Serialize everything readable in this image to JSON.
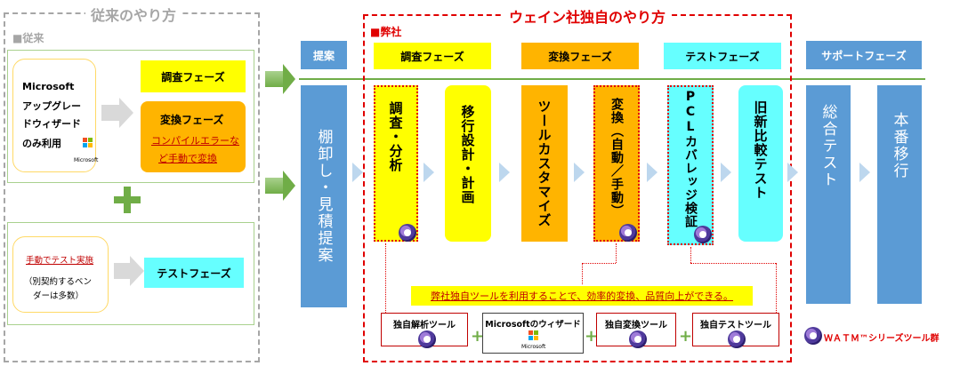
{
  "traditional": {
    "title": "従来のやり方",
    "legend": "■従来",
    "ms_box": {
      "line1": "Microsoft",
      "line2": "アップグレー",
      "line3": "ドウィザード",
      "line4": "のみ利用",
      "logo_text": "Microsoft"
    },
    "survey_phase": "調査フェーズ",
    "convert_phase": {
      "title": "変換フェーズ",
      "note1": "コンパイルエラーな",
      "note2": "ど手動で変換"
    },
    "manual_box": {
      "line1": "手動でテスト実施",
      "line2": "（別契約するベン",
      "line3": "ダーは多数）"
    },
    "test_phase": "テストフェーズ"
  },
  "wayne": {
    "title": "ウェイン社独自のやり方",
    "legend": "■弊社",
    "headers": {
      "proposal": "提案",
      "survey": "調査フェーズ",
      "convert": "変換フェーズ",
      "test": "テストフェーズ",
      "support": "サポートフェーズ"
    },
    "steps": {
      "tanaoroshi": "棚卸し・見積提案",
      "chosa": "調査・分析",
      "iko": "移行設計・計画",
      "tool_custom": "ツールカスタマイズ",
      "henkan": "変換（自動／手動）",
      "pcl": "PCLカバレッジ検証",
      "kyushin": "旧新比較テスト",
      "sogo": "総合テスト",
      "honban": "本番移行"
    },
    "banner": "弊社独自ツールを利用することで、効率的変換、品質向上ができる。",
    "tools": {
      "analysis": "独自解析ツール",
      "ms_wizard": "Microsoftのウィザード",
      "ms_logo": "Microsoft",
      "convert": "独自変換ツール",
      "test": "独自テストツール"
    },
    "watm": "ＷＡＴＭ™シリーズツール群"
  },
  "colors": {
    "yellow": "#ffff00",
    "orange": "#ffb400",
    "cyan": "#66ffff",
    "blue": "#5b9bd5",
    "red": "#e00000",
    "green": "#70ad47"
  }
}
